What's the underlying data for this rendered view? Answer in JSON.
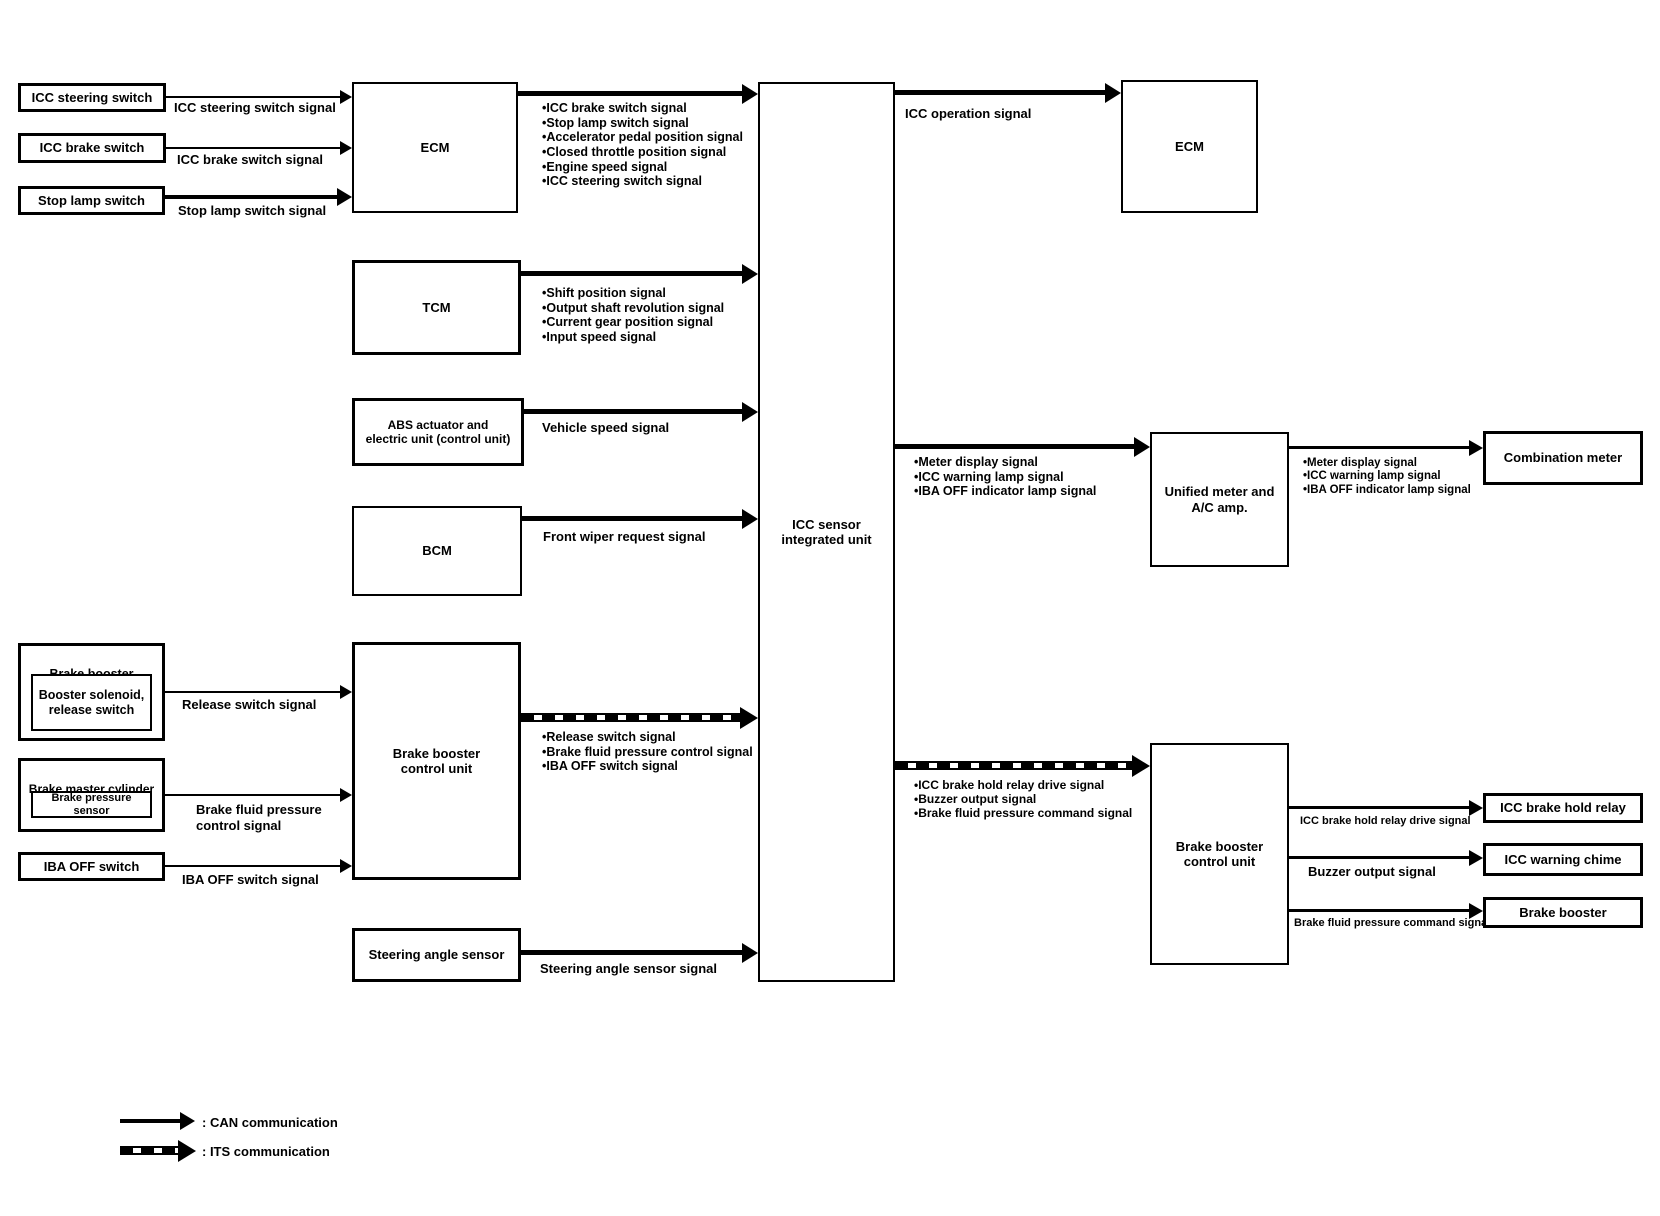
{
  "nodes": {
    "icc_steering_switch": "ICC steering switch",
    "icc_brake_switch": "ICC brake switch",
    "stop_lamp_switch": "Stop lamp switch",
    "ecm_left": "ECM",
    "tcm": "TCM",
    "abs_unit": "ABS actuator and\nelectric unit (control unit)",
    "bcm": "BCM",
    "brake_booster_left_title": "Brake booster",
    "booster_solenoid": "Booster solenoid,\nrelease switch",
    "brake_master_cylinder_title": "Brake master cylinder",
    "brake_pressure_sensor": "Brake pressure sensor",
    "iba_off_switch": "IBA OFF switch",
    "brake_booster_control_unit_left": "Brake booster\ncontrol unit",
    "steering_angle_sensor": "Steering angle sensor",
    "icc_sensor_integrated_unit": "ICC sensor\nintegrated unit",
    "ecm_right": "ECM",
    "unified_meter": "Unified meter and\nA/C amp.",
    "combination_meter": "Combination meter",
    "brake_booster_control_unit_right": "Brake booster\ncontrol unit",
    "icc_brake_hold_relay": "ICC brake hold relay",
    "icc_warning_chime": "ICC warning chime",
    "brake_booster_right": "Brake booster"
  },
  "signals": {
    "icc_steering_switch_signal": "ICC steering switch signal",
    "icc_brake_switch_signal": "ICC brake switch signal",
    "stop_lamp_switch_signal": "Stop lamp switch signal",
    "vehicle_speed_signal": "Vehicle speed signal",
    "front_wiper_request_signal": "Front wiper request signal",
    "release_switch_signal": "Release switch signal",
    "brake_fluid_pressure_control_signal": "Brake fluid pressure\ncontrol signal",
    "iba_off_switch_signal": "IBA OFF switch signal",
    "steering_angle_sensor_signal": "Steering angle sensor signal",
    "icc_operation_signal": "ICC operation signal",
    "icc_brake_hold_relay_drive_signal": "ICC brake hold relay drive signal",
    "buzzer_output_signal": "Buzzer output signal",
    "brake_fluid_pressure_command_signal": "Brake fluid pressure command signal"
  },
  "signal_lists": {
    "ecm_to_icc": [
      "ICC brake switch signal",
      "Stop lamp switch signal",
      "Accelerator pedal position signal",
      "Closed throttle position signal",
      "Engine speed signal",
      "ICC steering switch signal"
    ],
    "tcm_to_icc": [
      "Shift position signal",
      "Output shaft revolution signal",
      "Current gear position signal",
      "Input speed signal"
    ],
    "bbcu_left_to_icc": [
      "Release switch signal",
      "Brake fluid pressure control signal",
      "IBA OFF switch signal"
    ],
    "icc_to_unified_meter": [
      "Meter display signal",
      "ICC warning lamp signal",
      "IBA OFF indicator lamp signal"
    ],
    "unified_meter_to_combination_meter": [
      "Meter display signal",
      "ICC warning lamp signal",
      "IBA OFF indicator lamp signal"
    ],
    "icc_to_bbcu_right": [
      "ICC brake hold relay drive signal",
      "Buzzer output signal",
      "Brake fluid pressure command signal"
    ]
  },
  "legend": {
    "can_label": ": CAN communication",
    "its_label": ": ITS communication"
  },
  "colors": {
    "line": "#000000",
    "background": "#ffffff"
  }
}
